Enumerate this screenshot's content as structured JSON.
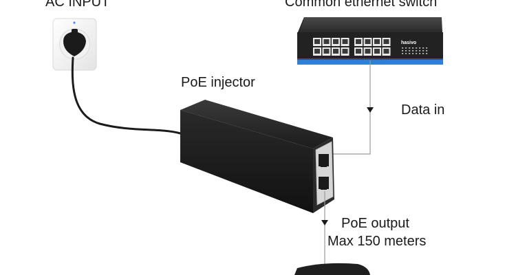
{
  "labels": {
    "ac_input": "AC INPUT",
    "switch": "Common ethernet switch",
    "injector": "PoE injector",
    "data_in": "Data in",
    "poe_output": "PoE output",
    "max_distance": "Max 150 meters"
  },
  "switch_brand": "hasivo",
  "colors": {
    "device_body": "#222222",
    "switch_stripe": "#2f7fd8",
    "wire": "#9a9a9a",
    "cord": "#1b1b1b",
    "outlet_led": "#4a90e2"
  }
}
